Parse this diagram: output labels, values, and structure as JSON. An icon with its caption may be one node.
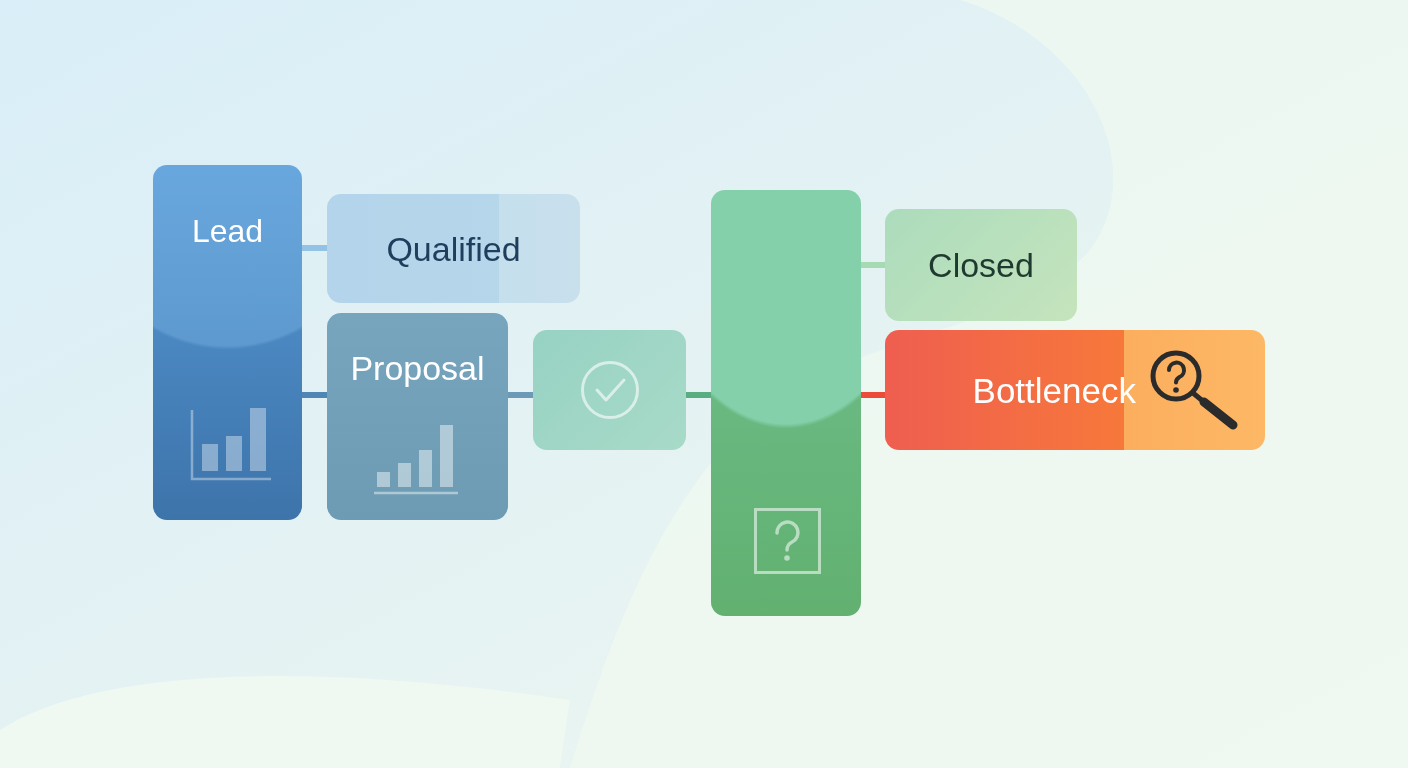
{
  "diagram": {
    "nodes": [
      {
        "text": [
          "Lead"
        ]
      },
      {
        "text": [
          "Qualified"
        ]
      },
      {
        "text": [
          "Proposal"
        ]
      },
      {
        "text": [],
        "shape": "box"
      },
      {
        "text": [],
        "shape": "box"
      },
      {
        "text": [
          "Closed"
        ]
      },
      {
        "text": [
          "Bottleneck"
        ]
      }
    ],
    "edges": [
      {
        "from": 0,
        "to": 1,
        "arrow": "none",
        "color": "#92c3e4"
      },
      {
        "from": 0,
        "to": 2,
        "arrow": "none",
        "color": "#4f86b4"
      },
      {
        "from": 2,
        "to": 3,
        "arrow": "none",
        "color": "#6a9ab5"
      },
      {
        "from": 3,
        "to": 4,
        "arrow": "none",
        "color": "#5aad80"
      },
      {
        "from": 4,
        "to": 5,
        "arrow": "none",
        "color": "#a6dab3"
      },
      {
        "from": 4,
        "to": 6,
        "arrow": "none",
        "color": "#ec4b3a"
      }
    ]
  }
}
